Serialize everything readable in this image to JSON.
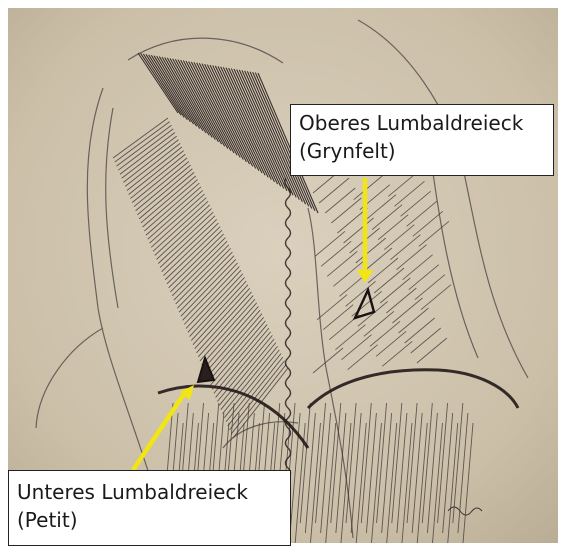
{
  "image": {
    "subject": "Pencil sketch of the posterior trunk musculature",
    "colors": {
      "paper": "#cfc3ad",
      "ink": "#3a3232",
      "dark_ink": "#2a1f1f",
      "arrow": "#f2e514",
      "label_background": "#ffffff",
      "label_border": "#222222"
    }
  },
  "labels": {
    "upper": {
      "line1": "Oberes Lumbaldreieck",
      "line2": "(Grynfelt)"
    },
    "lower": {
      "line1": "Unteres Lumbaldreieck",
      "line2": "(Petit)"
    }
  }
}
